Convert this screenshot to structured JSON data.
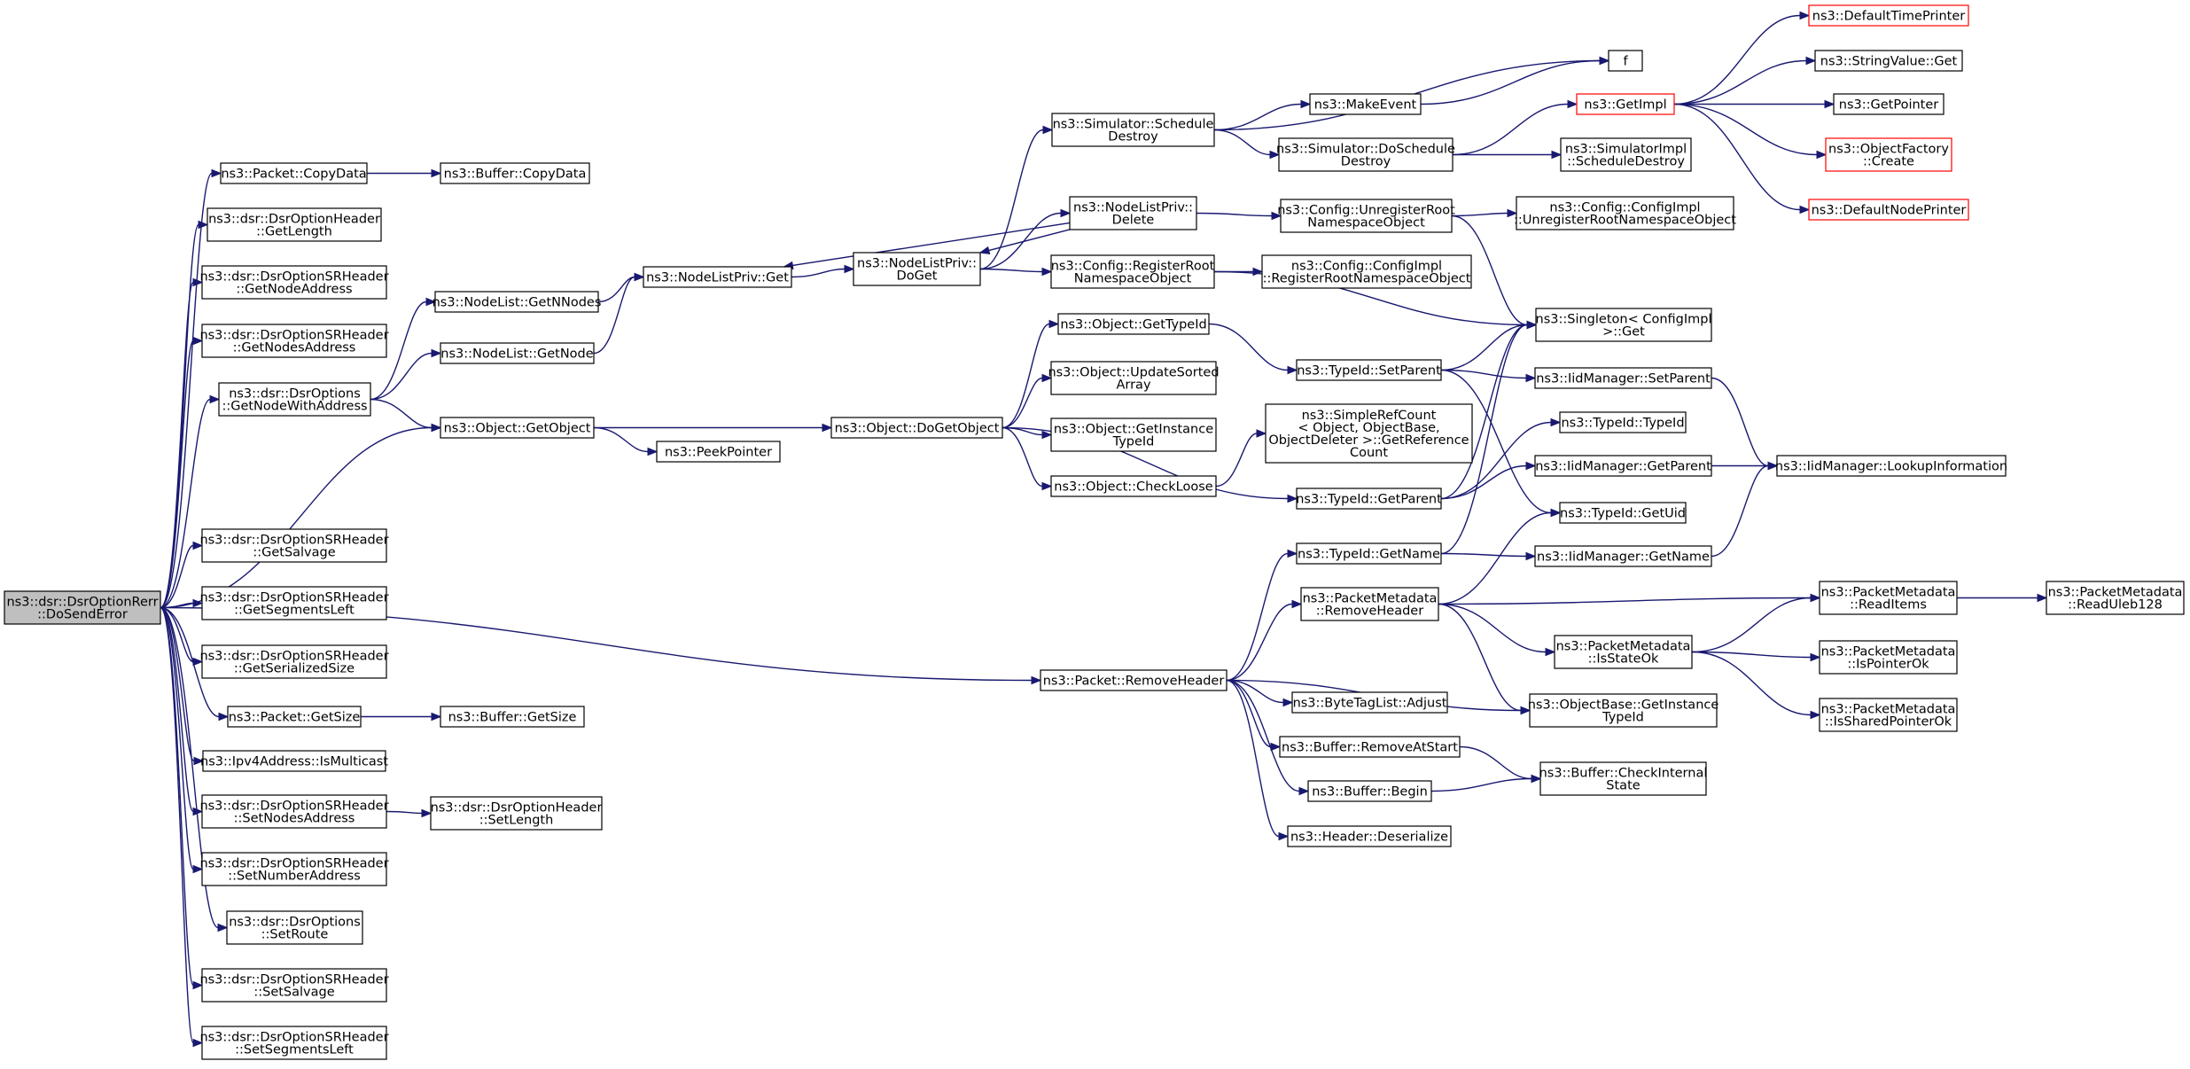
{
  "colors": {
    "edge": "#191970",
    "node_border": "#000000",
    "truncated_border": "#ff0000",
    "root_fill": "#bfbfbf",
    "background": "#ffffff"
  },
  "nodes": [
    {
      "id": "root",
      "lines": [
        "ns3::dsr::DsrOptionRerr",
        "::DoSendError"
      ],
      "style": "root"
    },
    {
      "id": "copydata",
      "lines": [
        "ns3::Packet::CopyData"
      ]
    },
    {
      "id": "hdr_getlength",
      "lines": [
        "ns3::dsr::DsrOptionHeader",
        "::GetLength"
      ]
    },
    {
      "id": "sr_getnodeaddress",
      "lines": [
        "ns3::dsr::DsrOptionSRHeader",
        "::GetNodeAddress"
      ]
    },
    {
      "id": "sr_getnodesaddress",
      "lines": [
        "ns3::dsr::DsrOptionSRHeader",
        "::GetNodesAddress"
      ]
    },
    {
      "id": "opt_getnodewithaddress",
      "lines": [
        "ns3::dsr::DsrOptions",
        "::GetNodeWithAddress"
      ]
    },
    {
      "id": "sr_getsalvage",
      "lines": [
        "ns3::dsr::DsrOptionSRHeader",
        "::GetSalvage"
      ]
    },
    {
      "id": "sr_getsegmentsleft",
      "lines": [
        "ns3::dsr::DsrOptionSRHeader",
        "::GetSegmentsLeft"
      ]
    },
    {
      "id": "sr_getserializedsize",
      "lines": [
        "ns3::dsr::DsrOptionSRHeader",
        "::GetSerializedSize"
      ]
    },
    {
      "id": "packet_getsize",
      "lines": [
        "ns3::Packet::GetSize"
      ]
    },
    {
      "id": "ipv4_ismulticast",
      "lines": [
        "ns3::Ipv4Address::IsMulticast"
      ]
    },
    {
      "id": "sr_setnodesaddress",
      "lines": [
        "ns3::dsr::DsrOptionSRHeader",
        "::SetNodesAddress"
      ]
    },
    {
      "id": "sr_setnumberaddress",
      "lines": [
        "ns3::dsr::DsrOptionSRHeader",
        "::SetNumberAddress"
      ]
    },
    {
      "id": "opt_setroute",
      "lines": [
        "ns3::dsr::DsrOptions",
        "::SetRoute"
      ]
    },
    {
      "id": "sr_setsalvage",
      "lines": [
        "ns3::dsr::DsrOptionSRHeader",
        "::SetSalvage"
      ]
    },
    {
      "id": "sr_setsegmentsleft",
      "lines": [
        "ns3::dsr::DsrOptionSRHeader",
        "::SetSegmentsLeft"
      ]
    },
    {
      "id": "buffer_copydata",
      "lines": [
        "ns3::Buffer::CopyData"
      ]
    },
    {
      "id": "nodelist_getnnodes",
      "lines": [
        "ns3::NodeList::GetNNodes"
      ]
    },
    {
      "id": "nodelist_getnode",
      "lines": [
        "ns3::NodeList::GetNode"
      ]
    },
    {
      "id": "object_getobject",
      "lines": [
        "ns3::Object::GetObject"
      ]
    },
    {
      "id": "peekpointer",
      "lines": [
        "ns3::PeekPointer"
      ]
    },
    {
      "id": "buffer_getsize",
      "lines": [
        "ns3::Buffer::GetSize"
      ]
    },
    {
      "id": "hdr_setlength",
      "lines": [
        "ns3::dsr::DsrOptionHeader",
        "::SetLength"
      ]
    },
    {
      "id": "nlp_get",
      "lines": [
        "ns3::NodeListPriv::Get"
      ]
    },
    {
      "id": "nlp_doget",
      "lines": [
        "ns3::NodeListPriv::",
        "DoGet"
      ]
    },
    {
      "id": "sim_scheduledestroy",
      "lines": [
        "ns3::Simulator::Schedule",
        "Destroy"
      ]
    },
    {
      "id": "nlp_delete",
      "lines": [
        "ns3::NodeListPriv::",
        "Delete"
      ]
    },
    {
      "id": "cfg_registerroot",
      "lines": [
        "ns3::Config::RegisterRoot",
        "NamespaceObject"
      ]
    },
    {
      "id": "makeevent",
      "lines": [
        "ns3::MakeEvent"
      ]
    },
    {
      "id": "sim_doscheduledestroy",
      "lines": [
        "ns3::Simulator::DoSchedule",
        "Destroy"
      ]
    },
    {
      "id": "f",
      "lines": [
        "f"
      ]
    },
    {
      "id": "getimpl",
      "lines": [
        "ns3::GetImpl"
      ],
      "style": "red"
    },
    {
      "id": "simimpl_scheduledestroy",
      "lines": [
        "ns3::SimulatorImpl",
        "::ScheduleDestroy"
      ]
    },
    {
      "id": "defaulttimeprinter",
      "lines": [
        "ns3::DefaultTimePrinter"
      ],
      "style": "red"
    },
    {
      "id": "stringvalue_get",
      "lines": [
        "ns3::StringValue::Get"
      ]
    },
    {
      "id": "getpointer",
      "lines": [
        "ns3::GetPointer"
      ]
    },
    {
      "id": "objectfactory_create",
      "lines": [
        "ns3::ObjectFactory",
        "::Create"
      ],
      "style": "red"
    },
    {
      "id": "defaultnodeprinter",
      "lines": [
        "ns3::DefaultNodePrinter"
      ],
      "style": "red"
    },
    {
      "id": "cfg_unregisterroot",
      "lines": [
        "ns3::Config::UnregisterRoot",
        "NamespaceObject"
      ]
    },
    {
      "id": "cfgimpl_unregisterroot",
      "lines": [
        "ns3::Config::ConfigImpl",
        "::UnregisterRootNamespaceObject"
      ]
    },
    {
      "id": "cfgimpl_registerroot",
      "lines": [
        "ns3::Config::ConfigImpl",
        "::RegisterRootNamespaceObject"
      ]
    },
    {
      "id": "singleton_get",
      "lines": [
        "ns3::Singleton< ConfigImpl",
        " >::Get"
      ]
    },
    {
      "id": "object_dogetobject",
      "lines": [
        "ns3::Object::DoGetObject"
      ]
    },
    {
      "id": "object_gettypeid",
      "lines": [
        "ns3::Object::GetTypeId"
      ]
    },
    {
      "id": "object_updatesortedarray",
      "lines": [
        "ns3::Object::UpdateSorted",
        "Array"
      ]
    },
    {
      "id": "object_getinstancetypeid",
      "lines": [
        "ns3::Object::GetInstance",
        "TypeId"
      ]
    },
    {
      "id": "object_checkloose",
      "lines": [
        "ns3::Object::CheckLoose"
      ]
    },
    {
      "id": "typeid_setparent",
      "lines": [
        "ns3::TypeId::SetParent"
      ]
    },
    {
      "id": "simplerefcount",
      "lines": [
        "ns3::SimpleRefCount",
        "< Object, ObjectBase,",
        "ObjectDeleter >::GetReference",
        "Count"
      ]
    },
    {
      "id": "typeid_getparent",
      "lines": [
        "ns3::TypeId::GetParent"
      ]
    },
    {
      "id": "typeid_getname",
      "lines": [
        "ns3::TypeId::GetName"
      ]
    },
    {
      "id": "iid_setparent",
      "lines": [
        "ns3::IidManager::SetParent"
      ]
    },
    {
      "id": "typeid_typeid",
      "lines": [
        "ns3::TypeId::TypeId"
      ]
    },
    {
      "id": "iid_getparent",
      "lines": [
        "ns3::IidManager::GetParent"
      ]
    },
    {
      "id": "typeid_getuid",
      "lines": [
        "ns3::TypeId::GetUid"
      ]
    },
    {
      "id": "iid_getname",
      "lines": [
        "ns3::IidManager::GetName"
      ]
    },
    {
      "id": "iid_lookupinformation",
      "lines": [
        "ns3::IidManager::LookupInformation"
      ]
    },
    {
      "id": "packet_removeheader",
      "lines": [
        "ns3::Packet::RemoveHeader"
      ]
    },
    {
      "id": "pm_removeheader",
      "lines": [
        "ns3::PacketMetadata",
        "::RemoveHeader"
      ]
    },
    {
      "id": "bytetaglist_adjust",
      "lines": [
        "ns3::ByteTagList::Adjust"
      ]
    },
    {
      "id": "buffer_removeatstart",
      "lines": [
        "ns3::Buffer::RemoveAtStart"
      ]
    },
    {
      "id": "buffer_begin",
      "lines": [
        "ns3::Buffer::Begin"
      ]
    },
    {
      "id": "header_deserialize",
      "lines": [
        "ns3::Header::Deserialize"
      ]
    },
    {
      "id": "pm_isstateok",
      "lines": [
        "ns3::PacketMetadata",
        "::IsStateOk"
      ]
    },
    {
      "id": "objectbase_getinstancetypeid",
      "lines": [
        "ns3::ObjectBase::GetInstance",
        "TypeId"
      ]
    },
    {
      "id": "buffer_checkinternalstate",
      "lines": [
        "ns3::Buffer::CheckInternal",
        "State"
      ]
    },
    {
      "id": "pm_readitems",
      "lines": [
        "ns3::PacketMetadata",
        "::ReadItems"
      ]
    },
    {
      "id": "pm_ispointerok",
      "lines": [
        "ns3::PacketMetadata",
        "::IsPointerOk"
      ]
    },
    {
      "id": "pm_issharedpointerok",
      "lines": [
        "ns3::PacketMetadata",
        "::IsSharedPointerOk"
      ]
    },
    {
      "id": "pm_readuleb128",
      "lines": [
        "ns3::PacketMetadata",
        "::ReadUleb128"
      ]
    }
  ],
  "edges": [
    [
      "root",
      "copydata"
    ],
    [
      "root",
      "hdr_getlength"
    ],
    [
      "root",
      "sr_getnodeaddress"
    ],
    [
      "root",
      "sr_getnodesaddress"
    ],
    [
      "root",
      "opt_getnodewithaddress"
    ],
    [
      "root",
      "object_getobject"
    ],
    [
      "root",
      "packet_removeheader"
    ],
    [
      "root",
      "sr_getsalvage"
    ],
    [
      "root",
      "sr_getsegmentsleft"
    ],
    [
      "root",
      "sr_getserializedsize"
    ],
    [
      "root",
      "packet_getsize"
    ],
    [
      "root",
      "ipv4_ismulticast"
    ],
    [
      "root",
      "sr_setnodesaddress"
    ],
    [
      "root",
      "sr_setnumberaddress"
    ],
    [
      "root",
      "opt_setroute"
    ],
    [
      "root",
      "sr_setsalvage"
    ],
    [
      "root",
      "sr_setsegmentsleft"
    ],
    [
      "copydata",
      "buffer_copydata"
    ],
    [
      "opt_getnodewithaddress",
      "nodelist_getnnodes"
    ],
    [
      "opt_getnodewithaddress",
      "nodelist_getnode"
    ],
    [
      "opt_getnodewithaddress",
      "object_getobject"
    ],
    [
      "nodelist_getnnodes",
      "nlp_get"
    ],
    [
      "nodelist_getnode",
      "nlp_get"
    ],
    [
      "object_getobject",
      "object_dogetobject"
    ],
    [
      "object_getobject",
      "peekpointer"
    ],
    [
      "packet_getsize",
      "buffer_getsize"
    ],
    [
      "sr_setnodesaddress",
      "hdr_setlength"
    ],
    [
      "nlp_get",
      "nlp_doget"
    ],
    [
      "nlp_doget",
      "sim_scheduledestroy"
    ],
    [
      "nlp_doget",
      "nlp_delete"
    ],
    [
      "nlp_doget",
      "cfg_registerroot"
    ],
    [
      "nlp_delete",
      "nlp_get"
    ],
    [
      "nlp_delete",
      "nlp_doget"
    ],
    [
      "nlp_delete",
      "cfg_unregisterroot"
    ],
    [
      "sim_scheduledestroy",
      "f"
    ],
    [
      "sim_scheduledestroy",
      "makeevent"
    ],
    [
      "sim_scheduledestroy",
      "sim_doscheduledestroy"
    ],
    [
      "makeevent",
      "f"
    ],
    [
      "sim_doscheduledestroy",
      "getimpl"
    ],
    [
      "sim_doscheduledestroy",
      "simimpl_scheduledestroy"
    ],
    [
      "getimpl",
      "defaulttimeprinter"
    ],
    [
      "getimpl",
      "stringvalue_get"
    ],
    [
      "getimpl",
      "getpointer"
    ],
    [
      "getimpl",
      "objectfactory_create"
    ],
    [
      "getimpl",
      "defaultnodeprinter"
    ],
    [
      "cfg_unregisterroot",
      "cfgimpl_unregisterroot"
    ],
    [
      "cfg_unregisterroot",
      "singleton_get"
    ],
    [
      "cfg_registerroot",
      "cfgimpl_registerroot"
    ],
    [
      "cfg_registerroot",
      "singleton_get"
    ],
    [
      "object_dogetobject",
      "object_gettypeid"
    ],
    [
      "object_dogetobject",
      "object_updatesortedarray"
    ],
    [
      "object_dogetobject",
      "object_getinstancetypeid"
    ],
    [
      "object_dogetobject",
      "object_checkloose"
    ],
    [
      "object_dogetobject",
      "typeid_getparent"
    ],
    [
      "object_gettypeid",
      "typeid_setparent"
    ],
    [
      "object_checkloose",
      "simplerefcount"
    ],
    [
      "typeid_setparent",
      "singleton_get"
    ],
    [
      "typeid_setparent",
      "iid_setparent"
    ],
    [
      "typeid_setparent",
      "typeid_getuid"
    ],
    [
      "typeid_getparent",
      "singleton_get"
    ],
    [
      "typeid_getparent",
      "typeid_typeid"
    ],
    [
      "typeid_getparent",
      "iid_getparent"
    ],
    [
      "typeid_getname",
      "singleton_get"
    ],
    [
      "typeid_getname",
      "iid_getname"
    ],
    [
      "iid_setparent",
      "iid_lookupinformation"
    ],
    [
      "iid_getparent",
      "iid_lookupinformation"
    ],
    [
      "iid_getname",
      "iid_lookupinformation"
    ],
    [
      "packet_removeheader",
      "typeid_getname"
    ],
    [
      "packet_removeheader",
      "pm_removeheader"
    ],
    [
      "packet_removeheader",
      "objectbase_getinstancetypeid"
    ],
    [
      "packet_removeheader",
      "bytetaglist_adjust"
    ],
    [
      "packet_removeheader",
      "buffer_removeatstart"
    ],
    [
      "packet_removeheader",
      "buffer_begin"
    ],
    [
      "packet_removeheader",
      "header_deserialize"
    ],
    [
      "pm_removeheader",
      "typeid_getuid"
    ],
    [
      "pm_removeheader",
      "pm_readitems"
    ],
    [
      "pm_removeheader",
      "pm_isstateok"
    ],
    [
      "pm_removeheader",
      "objectbase_getinstancetypeid"
    ],
    [
      "pm_isstateok",
      "pm_readitems"
    ],
    [
      "pm_isstateok",
      "pm_ispointerok"
    ],
    [
      "pm_isstateok",
      "pm_issharedpointerok"
    ],
    [
      "pm_readitems",
      "pm_readuleb128"
    ],
    [
      "buffer_removeatstart",
      "buffer_checkinternalstate"
    ],
    [
      "buffer_begin",
      "buffer_checkinternalstate"
    ]
  ]
}
